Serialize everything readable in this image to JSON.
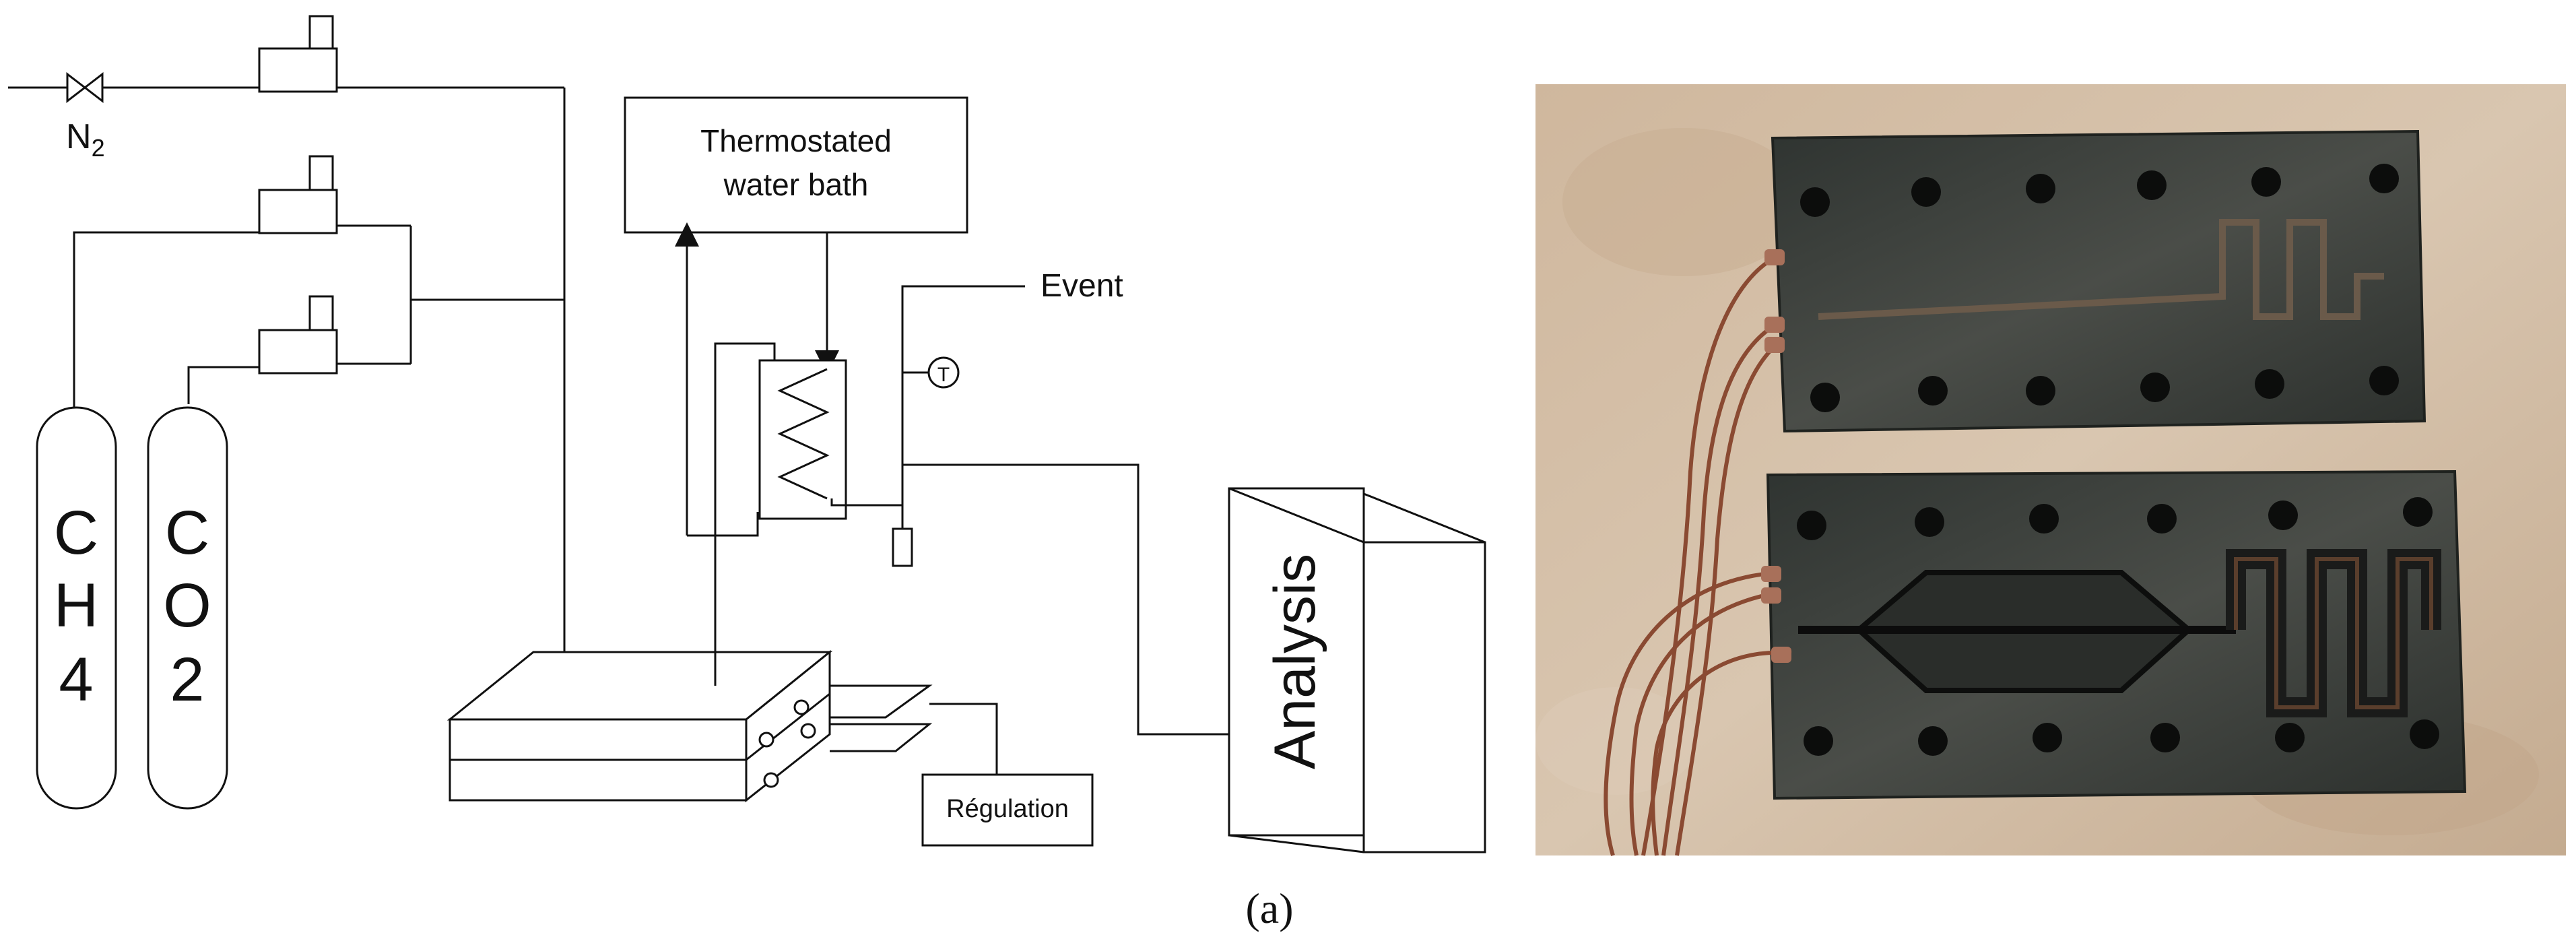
{
  "diagram": {
    "gas_labels": {
      "n2": "N",
      "n2_sub": "2"
    },
    "cylinders": [
      {
        "letters": [
          "C",
          "H",
          "4"
        ]
      },
      {
        "letters": [
          "C",
          "O",
          "2"
        ]
      }
    ],
    "water_bath": {
      "line1": "Thermostated",
      "line2": "water bath"
    },
    "event_label": "Event",
    "thermo_symbol": "T",
    "analysis_label": "Analysis",
    "regulation_label": "Régulation"
  },
  "caption": "(a)",
  "photo": {
    "description_hidden": "",
    "colors": {
      "background": "#d4c0a8",
      "plate": "#3b3e3a",
      "wire": "#8a4a32"
    }
  }
}
